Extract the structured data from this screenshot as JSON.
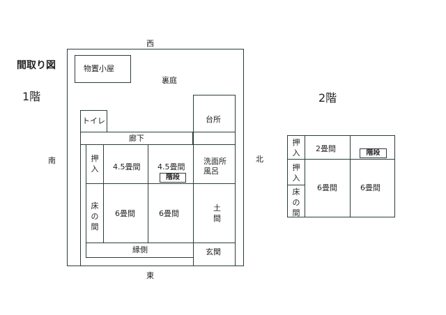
{
  "title": "間取り図",
  "floor1": {
    "label": "1階",
    "rooms": {
      "shed": "物置小屋",
      "backyard": "裏庭",
      "toilet": "トイレ",
      "kitchen": "台所",
      "corridor": "廊下",
      "closet": "押入",
      "room_4_5_a": "4.5畳間",
      "room_4_5_b": "4.5畳間",
      "stairs": "階段",
      "washroom_line1": "洗面所",
      "washroom_line2": "風呂",
      "tokonoma": "床の間",
      "room_6_a": "6畳間",
      "room_6_b": "6畳間",
      "earthen_floor_line1": "土",
      "earthen_floor_line2": "間",
      "veranda": "縁側",
      "entrance": "玄関"
    }
  },
  "floor2": {
    "label": "2階",
    "rooms": {
      "closet_top": "押入",
      "room_2": "2畳間",
      "stairs": "階段",
      "closet_mid": "押入",
      "tokonoma": "床の間",
      "room_6_a": "6畳間",
      "room_6_b": "6畳間"
    }
  },
  "compass": {
    "north": "北",
    "south": "南",
    "east": "東",
    "west": "西"
  }
}
